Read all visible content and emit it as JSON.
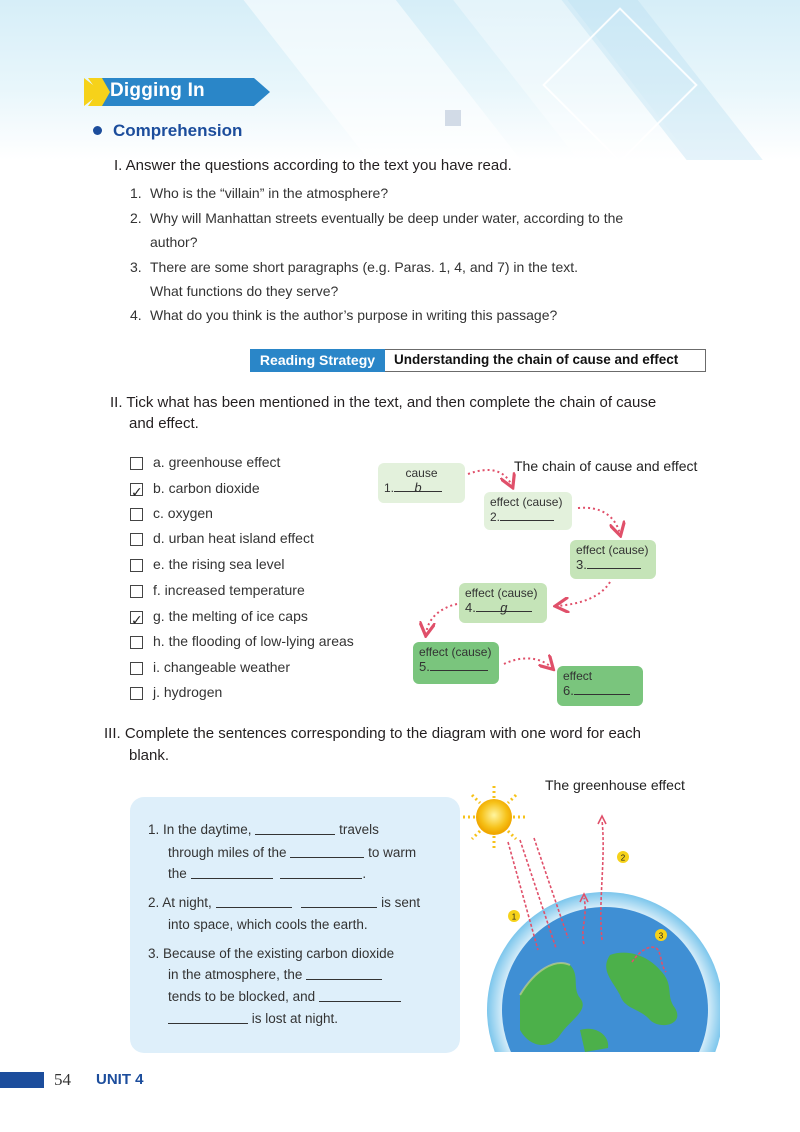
{
  "header": {
    "section_title": "Digging In",
    "subsection_title": "Comprehension"
  },
  "part1": {
    "heading": "I.  Answer the questions according to the text you have read.",
    "questions": [
      {
        "num": "1.",
        "line1": "Who is the “villain” in the atmosphere?",
        "line2": ""
      },
      {
        "num": "2.",
        "line1": "Why will Manhattan streets eventually be deep under water, according to the",
        "line2": "author?"
      },
      {
        "num": "3.",
        "line1": "There are some short paragraphs (e.g. Paras. 1, 4, and 7) in the text.",
        "line2": "What functions do they serve?"
      },
      {
        "num": "4.",
        "line1": "What do you think is the author’s purpose in writing this passage?",
        "line2": ""
      }
    ]
  },
  "reading_strategy": {
    "label": "Reading Strategy",
    "title": "Understanding the chain of cause and effect"
  },
  "part2": {
    "heading_line1": "II.  Tick what has been mentioned in the text, and then complete the chain of cause",
    "heading_line2": "and effect.",
    "options": [
      {
        "text": "a. greenhouse effect",
        "checked": false,
        "tick": ""
      },
      {
        "text": "b. carbon dioxide",
        "checked": true,
        "tick": "✓"
      },
      {
        "text": "c. oxygen",
        "checked": false,
        "tick": ""
      },
      {
        "text": "d. urban heat island effect",
        "checked": false,
        "tick": ""
      },
      {
        "text": "e. the rising sea level",
        "checked": false,
        "tick": ""
      },
      {
        "text": "f. increased temperature",
        "checked": false,
        "tick": ""
      },
      {
        "text": "g. the melting of ice caps",
        "checked": true,
        "tick": "✓"
      },
      {
        "text": "h. the flooding of low-lying areas",
        "checked": false,
        "tick": ""
      },
      {
        "text": "i. changeable weather",
        "checked": false,
        "tick": ""
      },
      {
        "text": "j. hydrogen",
        "checked": false,
        "tick": ""
      }
    ],
    "chain_title": "The chain of cause and effect",
    "chain": [
      {
        "label": "cause",
        "num": "1.",
        "answer": "b"
      },
      {
        "label": "effect (cause)",
        "num": "2.",
        "answer": ""
      },
      {
        "label": "effect (cause)",
        "num": "3.",
        "answer": ""
      },
      {
        "label": "effect (cause)",
        "num": "4.",
        "answer": "g"
      },
      {
        "label": "effect (cause)",
        "num": "5.",
        "answer": ""
      },
      {
        "label": "effect",
        "num": "6.",
        "answer": ""
      }
    ],
    "colors": {
      "light": "#e3f1dc",
      "mid": "#c5e4b8",
      "dark": "#7ac57d",
      "arrow": "#e0506a"
    }
  },
  "part3": {
    "heading_line1": "III.  Complete the sentences corresponding to the diagram with one word for each",
    "heading_line2": "blank.",
    "diagram_title": "The greenhouse effect",
    "s1": {
      "a": "1. In the daytime,",
      "b": "travels",
      "c": "through miles of the",
      "d": "to warm",
      "e": "the",
      "f": "."
    },
    "s2": {
      "a": "2. At night,",
      "b": "is sent",
      "c": "into space, which cools the earth."
    },
    "s3": {
      "a": "3. Because of the existing carbon dioxide",
      "b": "in the atmosphere, the",
      "c": "tends to be blocked, and",
      "d": "is lost at night."
    },
    "markers": [
      "1",
      "2",
      "3"
    ]
  },
  "footer": {
    "page": "54",
    "unit": "UNIT 4"
  }
}
